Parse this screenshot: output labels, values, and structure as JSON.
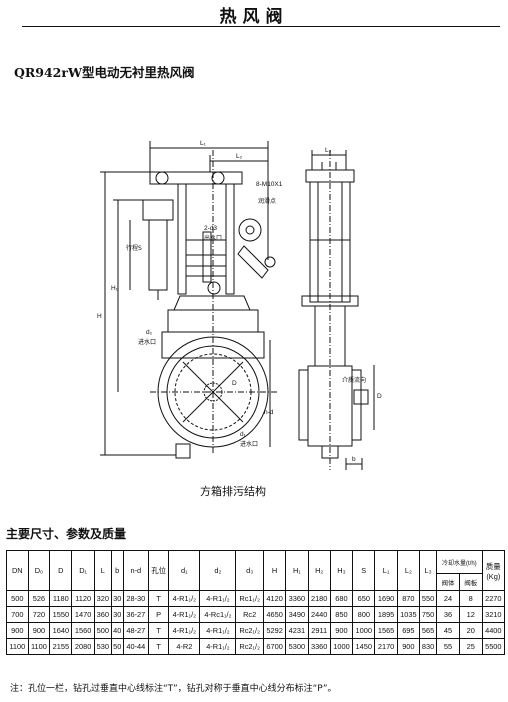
{
  "header": {
    "title": "热风阀"
  },
  "model_title": "QR942rW型电动无衬里热风阀",
  "drawing": {
    "labels": {
      "L1": "L₁",
      "L2": "L₂",
      "L3": "L₃",
      "H": "H",
      "H1": "H₁",
      "S": "S",
      "stroke": "行程S",
      "bolts": "8-M10X1",
      "lube": "润滑点",
      "d3_top": "2-d3",
      "outlet": "出水口",
      "d2": "d₂",
      "inlet": "进水口",
      "D": "D",
      "nd": "n-d",
      "d1": "d₁",
      "inlet2": "进水口",
      "medium": "介质流向",
      "b": "b",
      "D_right": "D"
    },
    "caption": "方箱排污结构"
  },
  "section_title": "主要尺寸、参数及质量",
  "table": {
    "headers": {
      "DN": "DN",
      "D0": "D₀",
      "D": "D",
      "D1": "D₁",
      "L": "L",
      "b": "b",
      "nd": "n-d",
      "hole": "孔位",
      "d1": "d₁",
      "d2": "d₂",
      "d3": "d₃",
      "H": "H",
      "H1": "H₁",
      "H2": "H₂",
      "H3": "H₃",
      "S": "S",
      "L1": "L₁",
      "L2": "L₂",
      "L3": "L₃",
      "water": "冷却水量(t/h)",
      "body": "阀体",
      "plate": "阀板",
      "mass": "质量",
      "mass_unit": "(Kg)"
    },
    "rows": [
      {
        "DN": "500",
        "D0": "526",
        "D": "1180",
        "D1": "1120",
        "L": "320",
        "b": "30",
        "nd": "28-30",
        "hole": "T",
        "d1": "4-R1₁/₂",
        "d2": "4-R1₁/₂",
        "d3": "Rc1₁/₂",
        "H": "4120",
        "H1": "3360",
        "H2": "2180",
        "H3": "680",
        "S": "650",
        "L1": "1690",
        "L2": "870",
        "L3": "550",
        "body": "24",
        "plate": "8",
        "mass": "2270"
      },
      {
        "DN": "700",
        "D0": "720",
        "D": "1550",
        "D1": "1470",
        "L": "360",
        "b": "30",
        "nd": "36-27",
        "hole": "P",
        "d1": "4-R1₁/₂",
        "d2": "4-Rc1₁/₂",
        "d3": "Rc2",
        "H": "4650",
        "H1": "3490",
        "H2": "2440",
        "H3": "850",
        "S": "800",
        "L1": "1895",
        "L2": "1035",
        "L3": "750",
        "body": "36",
        "plate": "12",
        "mass": "3210"
      },
      {
        "DN": "900",
        "D0": "900",
        "D": "1640",
        "D1": "1560",
        "L": "500",
        "b": "40",
        "nd": "48-27",
        "hole": "T",
        "d1": "4-R1₁/₂",
        "d2": "4-R1₁/₂",
        "d3": "Rc2₁/₂",
        "H": "5292",
        "H1": "4231",
        "H2": "2911",
        "H3": "900",
        "S": "1000",
        "L1": "1565",
        "L2": "695",
        "L3": "565",
        "body": "45",
        "plate": "20",
        "mass": "4400"
      },
      {
        "DN": "1100",
        "D0": "1100",
        "D": "2155",
        "D1": "2080",
        "L": "530",
        "b": "50",
        "nd": "40-44",
        "hole": "T",
        "d1": "4-R2",
        "d2": "4-R1₁/₂",
        "d3": "Rc2₁/₂",
        "H": "6700",
        "H1": "5300",
        "H2": "3360",
        "H3": "1000",
        "S": "1450",
        "L1": "2170",
        "L2": "900",
        "L3": "830",
        "body": "55",
        "plate": "25",
        "mass": "5500"
      }
    ]
  },
  "footnote": "注：孔位一栏，钻孔过垂直中心线标注“T”，钻孔对称于垂直中心线分布标注“P”。"
}
